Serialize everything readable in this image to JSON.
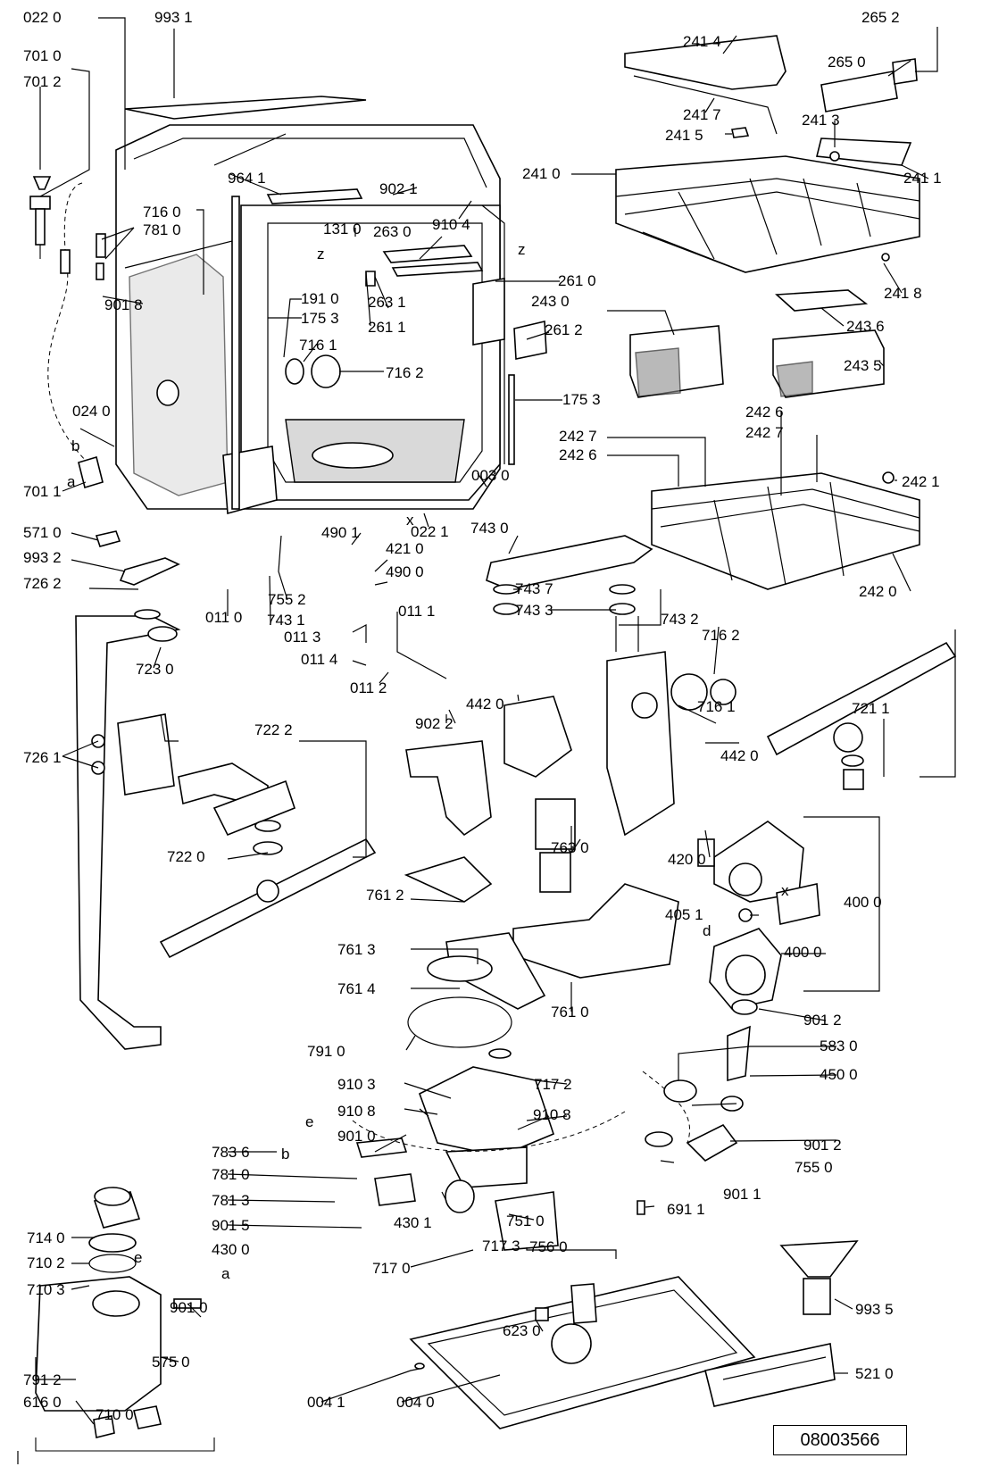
{
  "diagram": {
    "reference_number": "08003566",
    "markers": [
      "a",
      "b",
      "z",
      "z",
      "x",
      "x",
      "d",
      "e",
      "e",
      "a",
      "b"
    ],
    "part_labels": [
      "022 0",
      "993 1",
      "701 0",
      "701 2",
      "716 0",
      "781 0",
      "901 8",
      "964 1",
      "902 1",
      "910 4",
      "131 0",
      "263 0",
      "261 0",
      "263 1",
      "261 1",
      "261 2",
      "191 0",
      "175 3",
      "716 1",
      "716 2",
      "175 3",
      "024 0",
      "701 1",
      "571 0",
      "993 2",
      "726 2",
      "723 0",
      "490 1",
      "421 0",
      "490 0",
      "755 2",
      "743 1",
      "011 0",
      "011 1",
      "011 3",
      "011 4",
      "011 2",
      "003 0",
      "022 1",
      "743 0",
      "743 7",
      "743 3",
      "743 2",
      "241 4",
      "265 2",
      "265 0",
      "241 7",
      "241 5",
      "241 3",
      "241 0",
      "241 1",
      "241 8",
      "243 0",
      "243 6",
      "243 5",
      "242 6",
      "242 7",
      "242 7",
      "242 6",
      "242 1",
      "242 0",
      "442 0",
      "442 0",
      "716 2",
      "716 1",
      "721 1",
      "722 2",
      "726 1",
      "722 0",
      "902 2",
      "761 2",
      "763 0",
      "420 0",
      "400 0",
      "405 1",
      "400 0",
      "761 3",
      "761 4",
      "761 0",
      "791 0",
      "901 2",
      "583 0",
      "450 0",
      "910 3",
      "717 2",
      "910 8",
      "910 8",
      "901 0",
      "783 6",
      "901 2",
      "781 0",
      "755 0",
      "781 3",
      "901 1",
      "901 5",
      "430 1",
      "751 0",
      "430 0",
      "717 3",
      "691 1",
      "714 0",
      "710 2",
      "710 3",
      "717 0",
      "756 0",
      "901 0",
      "791 2",
      "575 0",
      "616 0",
      "623 0",
      "993 5",
      "710 0",
      "004 1",
      "004 0",
      "521 0"
    ]
  }
}
